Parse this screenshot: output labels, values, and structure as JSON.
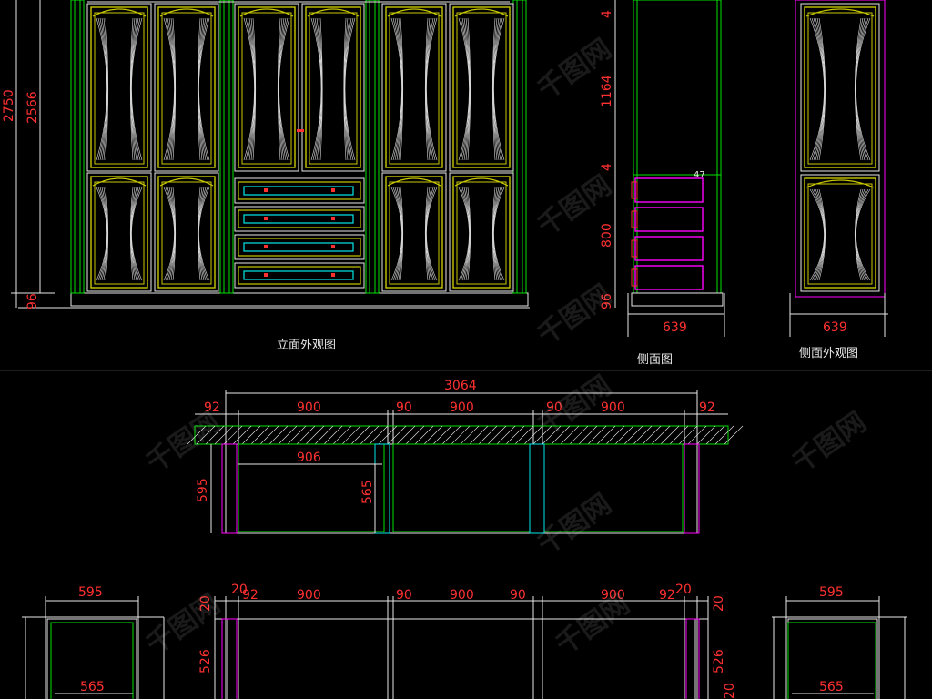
{
  "captions": {
    "front": "立面外观图",
    "side_section": "侧面图",
    "side_exterior": "侧面外观图"
  },
  "front_view": {
    "height_total": "2750",
    "height_cabinet": "2566",
    "plinth": "96"
  },
  "side_view": {
    "top_gap": "4",
    "upper_height": "1164",
    "mid_gap": "4",
    "drawer_zone": "800",
    "plinth": "96",
    "shelf_note": "47",
    "depth": "639"
  },
  "side_exterior_view": {
    "depth": "639"
  },
  "plan_view": {
    "overall": "3064",
    "end_left": "92",
    "bay_1": "900",
    "div_1": "90",
    "bay_2": "900",
    "div_2": "90",
    "bay_3": "900",
    "end_right": "92",
    "inner_width": "906",
    "depth_outer": "595",
    "depth_inner": "565"
  },
  "lower_plan": {
    "edge_left": "20",
    "end_left": "92",
    "bay_1": "900",
    "div_1": "90",
    "bay_2": "900",
    "div_2": "90",
    "bay_3": "900",
    "end_right": "92",
    "edge_right": "20",
    "left_depth": "20",
    "left_height": "526",
    "right_depth": "20",
    "right_height": "526",
    "right_bottom": "20"
  },
  "left_section": {
    "outer": "595",
    "inner": "565"
  },
  "right_section": {
    "outer": "595",
    "inner": "565"
  },
  "watermark": "千图网",
  "colors": {
    "background": "#000000",
    "dimension": "#ff3030",
    "outline": "#e8e8e8",
    "cabinet_frame": "#00e000",
    "panel": "#c8c800",
    "trim": "#ff00ff",
    "handle": "#00e8e8"
  }
}
